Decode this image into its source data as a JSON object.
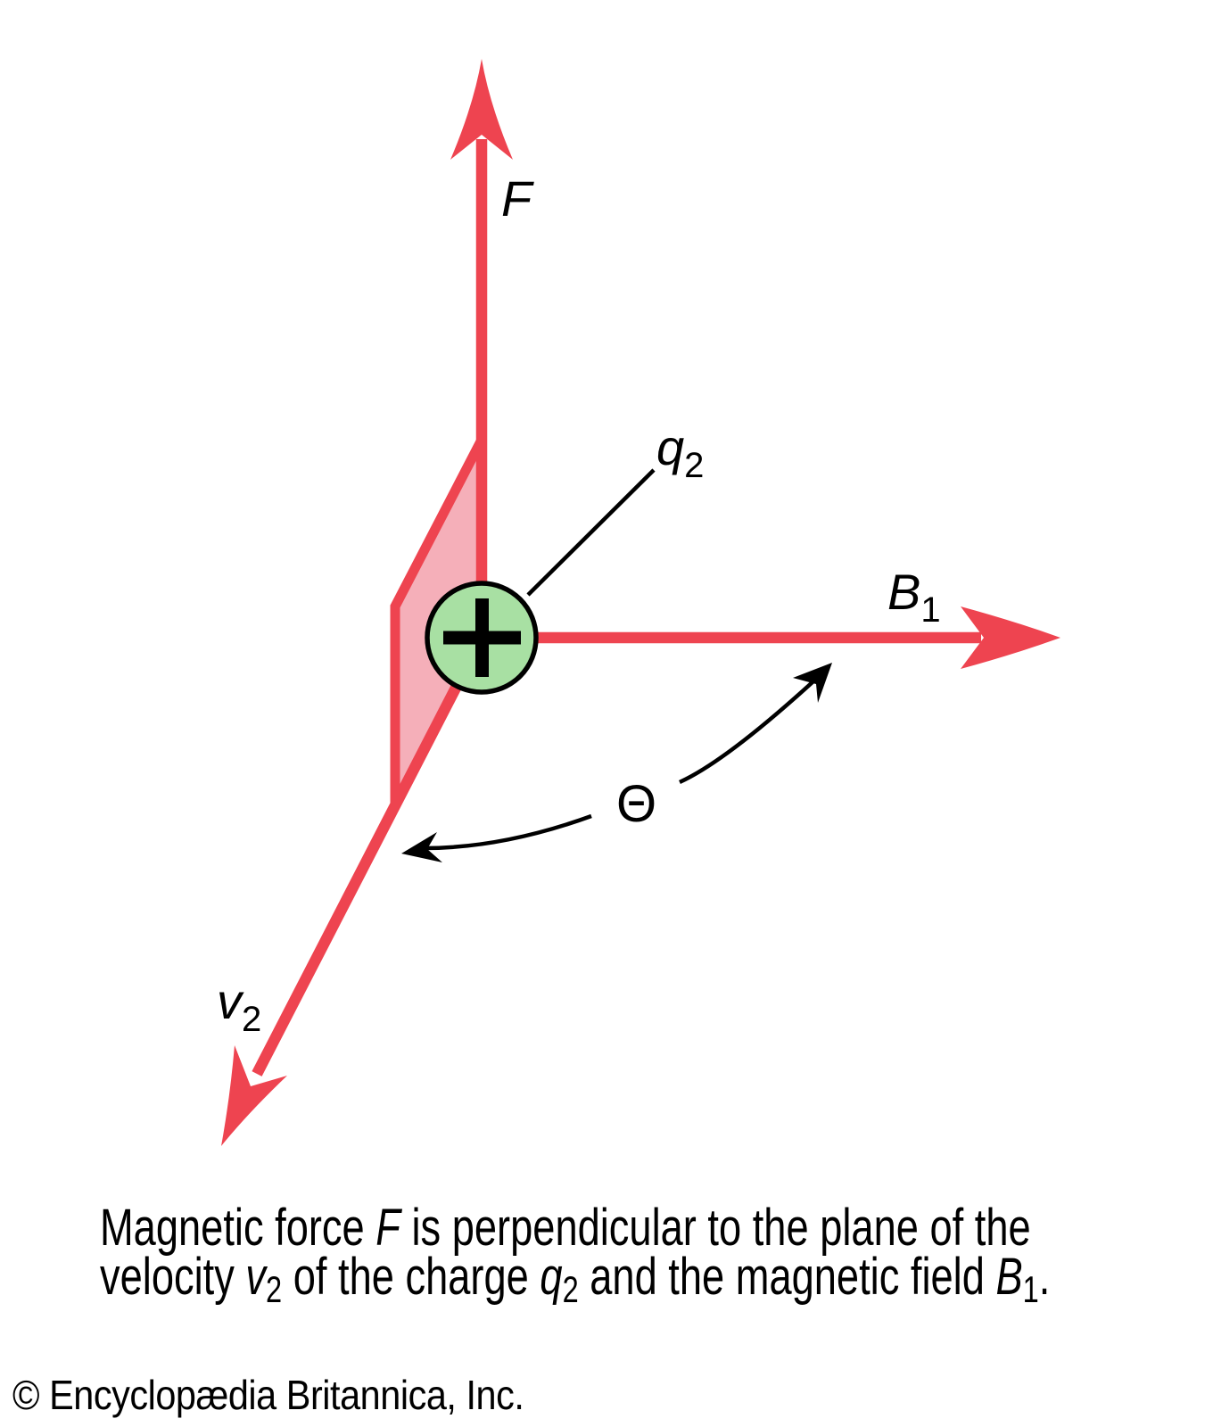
{
  "figure": {
    "colors": {
      "arrow_red": "#EE4450",
      "plane_pink": "#F5AFB9",
      "charge_green": "#A8E0A3",
      "line_black": "#000000",
      "background": "#FFFFFF"
    },
    "labels": {
      "force": {
        "main": "F"
      },
      "field": {
        "main": "B",
        "sub": "1"
      },
      "charge": {
        "main": "q",
        "sub": "2"
      },
      "velocity": {
        "main": "v",
        "sub": "2"
      },
      "angle": {
        "symbol": "Θ"
      },
      "plus_sign": "+"
    },
    "caption": {
      "line1": [
        {
          "text": "Magnetic force "
        },
        {
          "text": "F",
          "style": "italic"
        },
        {
          "text": " is perpendicular to the plane of the"
        }
      ],
      "line2": [
        {
          "text": "velocity "
        },
        {
          "text": "v",
          "style": "italic"
        },
        {
          "text": "2",
          "style": "subscript"
        },
        {
          "text": " of the charge "
        },
        {
          "text": "q",
          "style": "italic"
        },
        {
          "text": "2",
          "style": "subscript"
        },
        {
          "text": " and the magnetic field "
        },
        {
          "text": "B",
          "style": "italic"
        },
        {
          "text": "1",
          "style": "subscript"
        },
        {
          "text": "."
        }
      ]
    },
    "credit": "© Encyclopædia Britannica, Inc."
  }
}
